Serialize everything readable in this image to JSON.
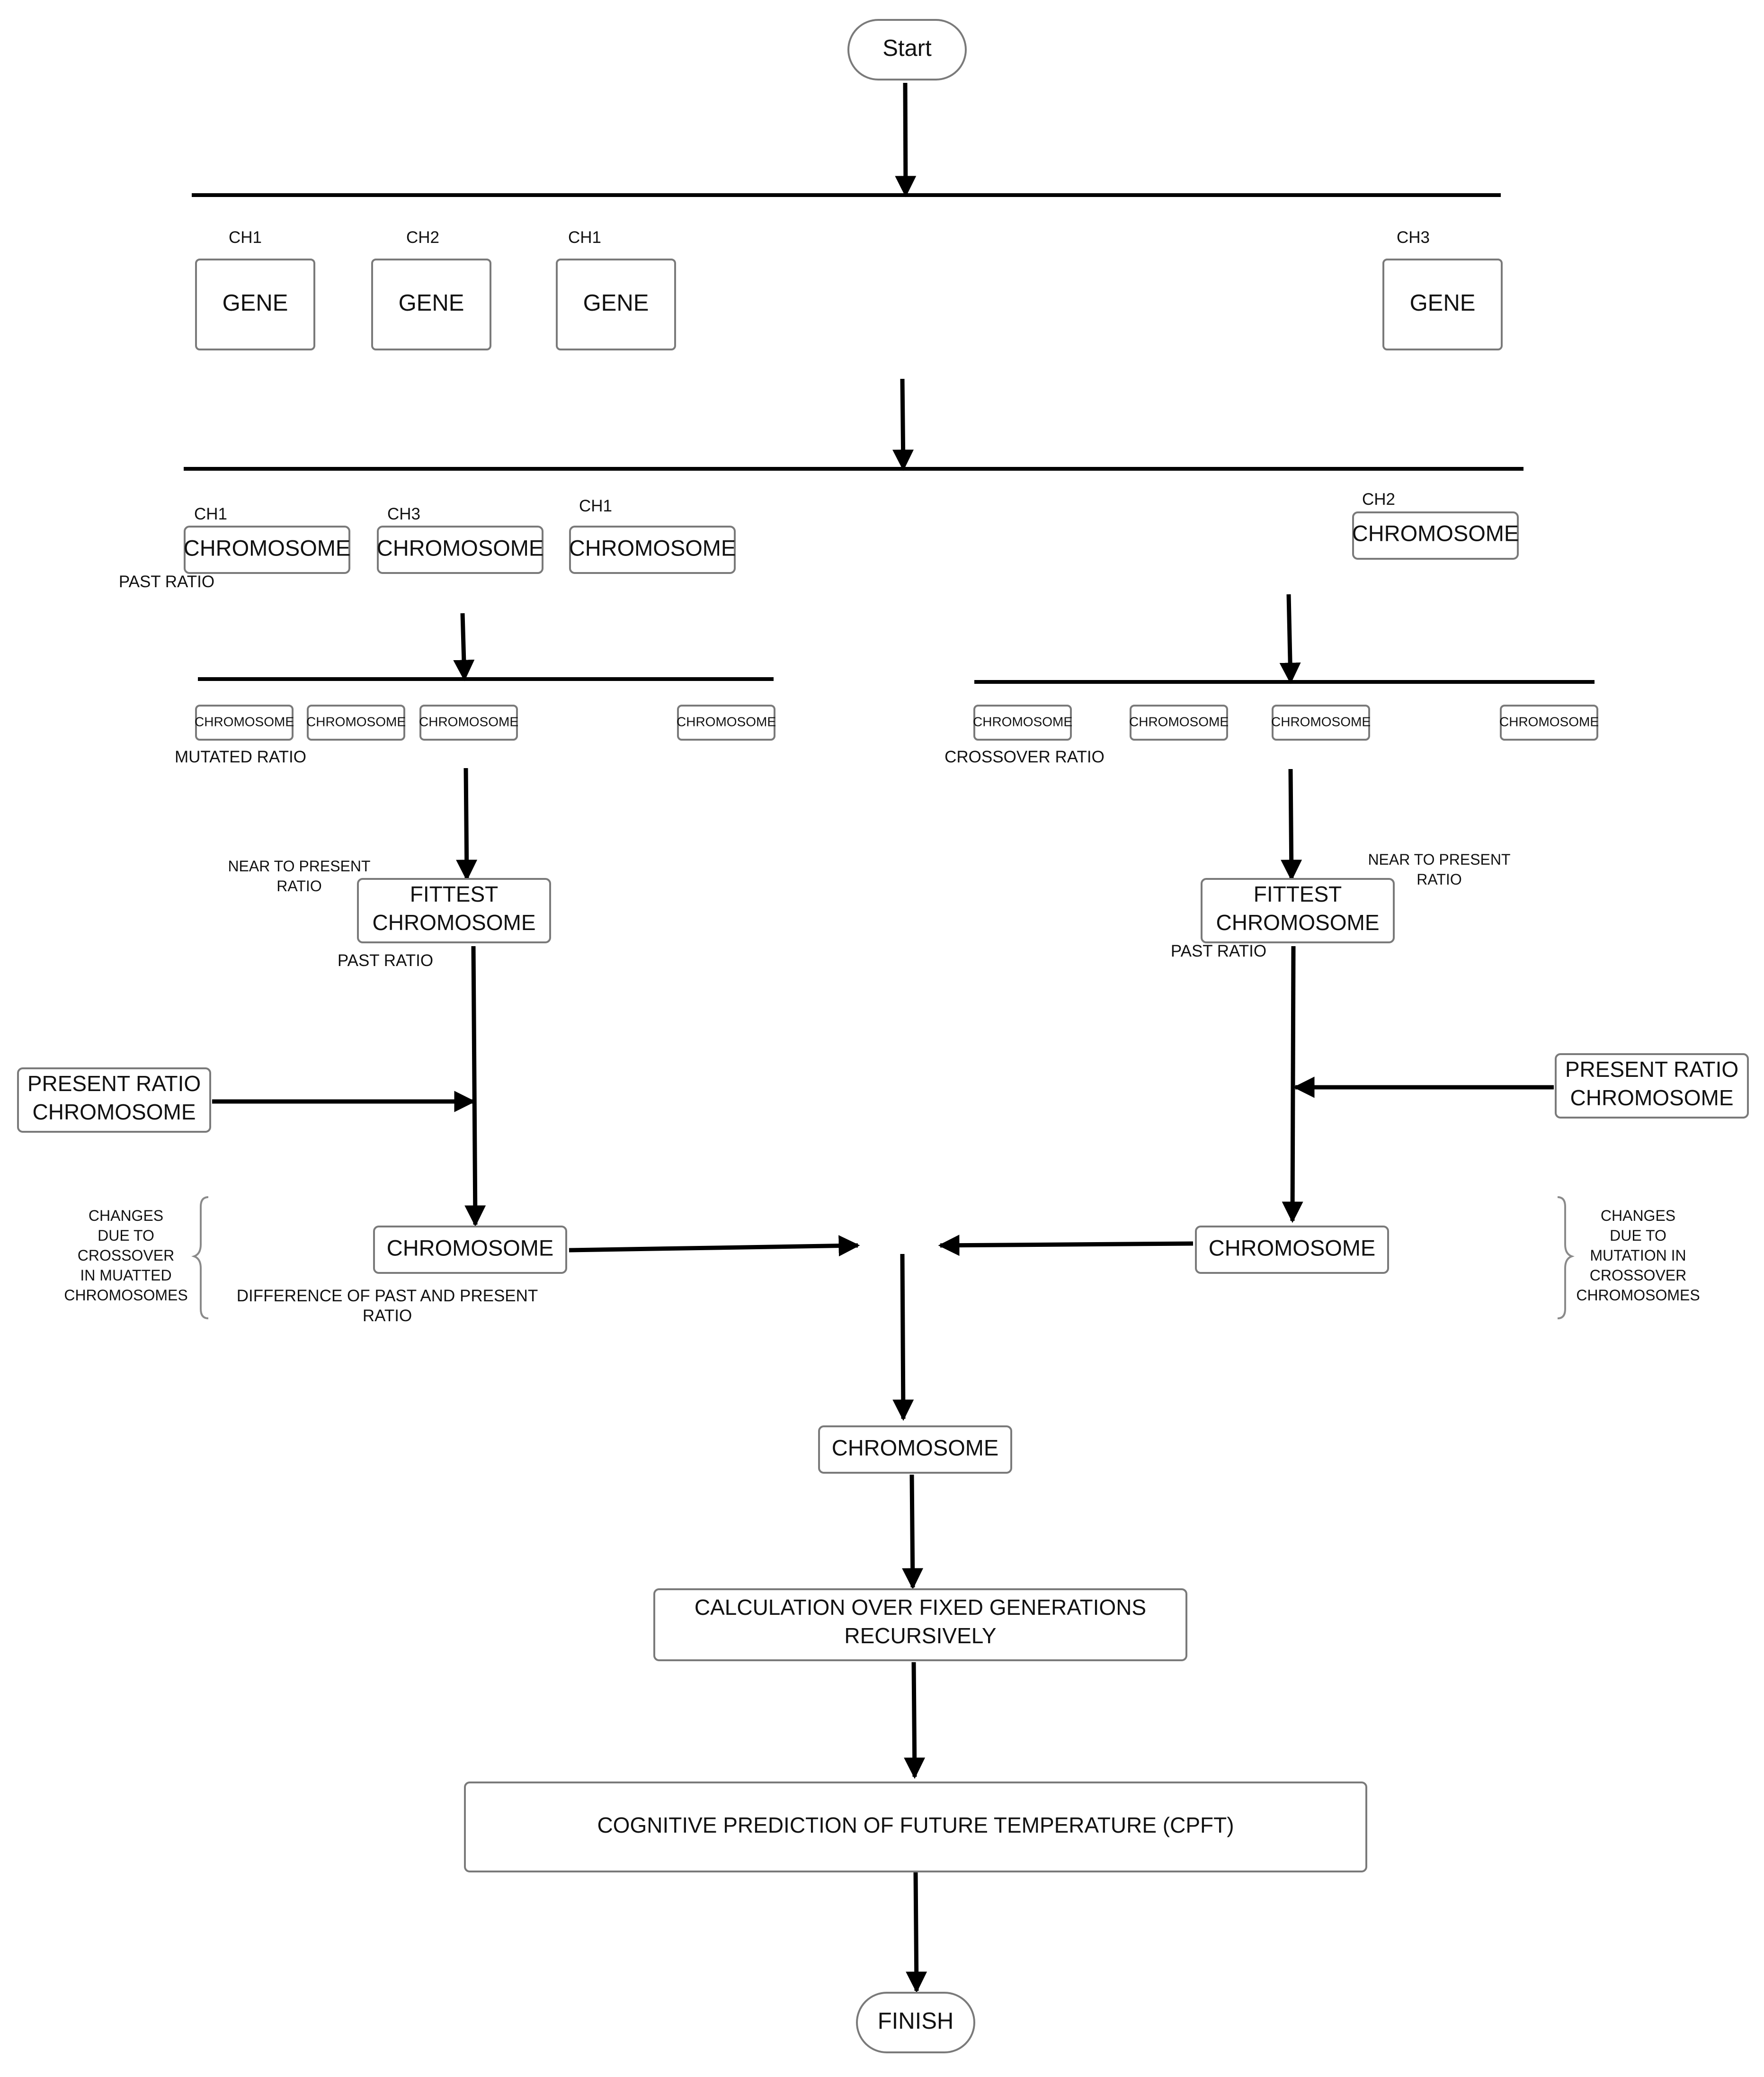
{
  "start": "Start",
  "finish": "FINISH",
  "genes": [
    {
      "ch": "CH1",
      "label": "GENE"
    },
    {
      "ch": "CH2",
      "label": "GENE"
    },
    {
      "ch": "CH1",
      "label": "GENE"
    },
    {
      "ch": "CH3",
      "label": "GENE"
    }
  ],
  "chromosomes_top": [
    {
      "ch": "CH1",
      "label": "CHROMOSOME"
    },
    {
      "ch": "CH3",
      "label": "CHROMOSOME"
    },
    {
      "ch": "CH1",
      "label": "CHROMOSOME"
    },
    {
      "ch": "CH2",
      "label": "CHROMOSOME"
    }
  ],
  "past_ratio_top": "PAST RATIO",
  "left_branch": {
    "small_chromosomes": [
      "CHROMOSOME",
      "CHROMOSOME",
      "CHROMOSOME",
      "CHROMOSOME"
    ],
    "ratio_label": "MUTATED RATIO",
    "near_label": [
      "NEAR TO PRESENT",
      "RATIO"
    ],
    "fittest": [
      "FITTEST",
      "CHROMOSOME"
    ],
    "past_ratio": "PAST RATIO",
    "present": [
      "PRESENT RATIO",
      "CHROMOSOME"
    ],
    "result": "CHROMOSOME",
    "difference": [
      "DIFFERENCE OF PAST AND PRESENT",
      "RATIO"
    ],
    "note": [
      "CHANGES",
      "DUE TO",
      "CROSSOVER",
      "IN MUATTED",
      "CHROMOSOMES"
    ]
  },
  "right_branch": {
    "small_chromosomes": [
      "CHROMOSOME",
      "CHROMOSOME",
      "CHROMOSOME",
      "CHROMOSOME"
    ],
    "ratio_label": "CROSSOVER RATIO",
    "near_label": [
      "NEAR TO PRESENT",
      "RATIO"
    ],
    "fittest": [
      "FITTEST",
      "CHROMOSOME"
    ],
    "past_ratio": "PAST RATIO",
    "present": [
      "PRESENT RATIO",
      "CHROMOSOME"
    ],
    "result": "CHROMOSOME",
    "note": [
      "CHANGES",
      "DUE TO",
      "MUTATION IN",
      "CROSSOVER",
      "CHROMOSOMES"
    ]
  },
  "merged": "CHROMOSOME",
  "calculation": [
    "CALCULATION OVER FIXED GENERATIONS",
    "RECURSIVELY"
  ],
  "prediction": "COGNITIVE PREDICTION OF FUTURE TEMPERATURE (CPFT)"
}
